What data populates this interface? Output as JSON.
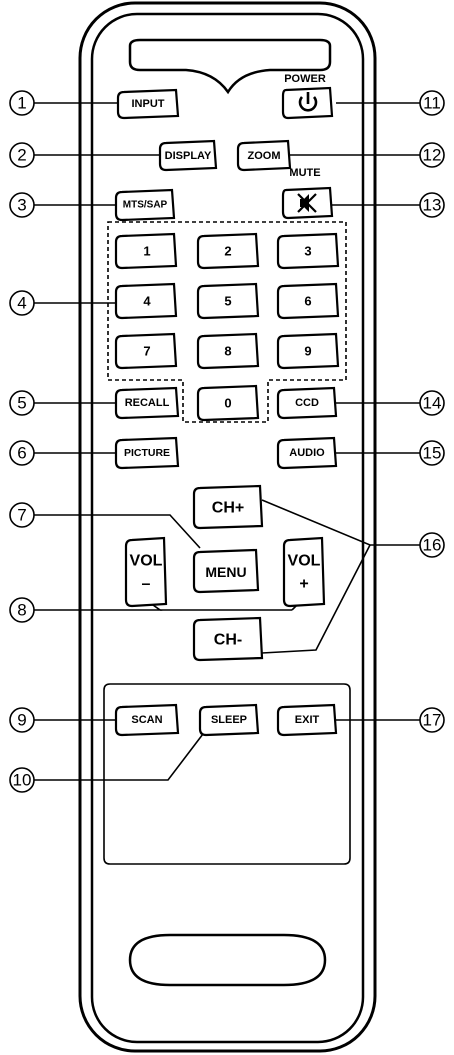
{
  "labels": {
    "power_above": "POWER",
    "mute_above": "MUTE"
  },
  "buttons": {
    "input": "INPUT",
    "display": "DISPLAY",
    "mts_sap": "MTS/SAP",
    "zoom": "ZOOM",
    "num1": "1",
    "num2": "2",
    "num3": "3",
    "num4": "4",
    "num5": "5",
    "num6": "6",
    "num7": "7",
    "num8": "8",
    "num9": "9",
    "num0": "0",
    "recall": "RECALL",
    "ccd": "CCD",
    "picture": "PICTURE",
    "audio": "AUDIO",
    "ch_plus": "CH+",
    "ch_minus": "CH-",
    "menu": "MENU",
    "vol_minus_a": "VOL",
    "vol_minus_b": "–",
    "vol_plus_a": "VOL",
    "vol_plus_b": "+",
    "scan": "SCAN",
    "sleep": "SLEEP",
    "exit": "EXIT"
  },
  "icons": {
    "power": "power-icon",
    "mute": "speaker-muted-icon"
  },
  "callouts": {
    "c1": "1",
    "c2": "2",
    "c3": "3",
    "c4": "4",
    "c5": "5",
    "c6": "6",
    "c7": "7",
    "c8": "8",
    "c9": "9",
    "c10": "10",
    "c11": "11",
    "c12": "12",
    "c13": "13",
    "c14": "14",
    "c15": "15",
    "c16": "16",
    "c17": "17"
  }
}
